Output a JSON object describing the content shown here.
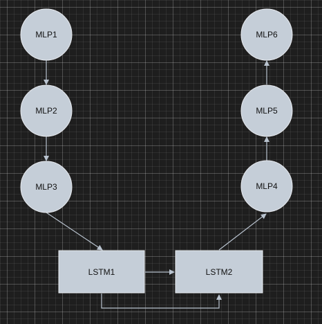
{
  "diagram": {
    "colors": {
      "background": "#1e1e1e",
      "node_fill": "#c5ced8",
      "node_stroke": "#e6e9ee",
      "edge": "#b9c3cf",
      "text": "#111111"
    },
    "nodes": {
      "mlp1": {
        "label": "MLP1",
        "shape": "circle"
      },
      "mlp2": {
        "label": "MLP2",
        "shape": "circle"
      },
      "mlp3": {
        "label": "MLP3",
        "shape": "circle"
      },
      "mlp4": {
        "label": "MLP4",
        "shape": "circle"
      },
      "mlp5": {
        "label": "MLP5",
        "shape": "circle"
      },
      "mlp6": {
        "label": "MLP6",
        "shape": "circle"
      },
      "lstm1": {
        "label": "LSTM1",
        "shape": "rectangle"
      },
      "lstm2": {
        "label": "LSTM2",
        "shape": "rectangle"
      }
    },
    "edges": [
      {
        "from": "MLP1",
        "to": "MLP2"
      },
      {
        "from": "MLP2",
        "to": "MLP3"
      },
      {
        "from": "MLP3",
        "to": "LSTM1"
      },
      {
        "from": "LSTM1",
        "to": "LSTM2"
      },
      {
        "from": "LSTM1",
        "to": "LSTM2",
        "routing": "orthogonal-below"
      },
      {
        "from": "LSTM2",
        "to": "MLP4"
      },
      {
        "from": "MLP4",
        "to": "MLP5"
      },
      {
        "from": "MLP5",
        "to": "MLP6"
      }
    ]
  }
}
